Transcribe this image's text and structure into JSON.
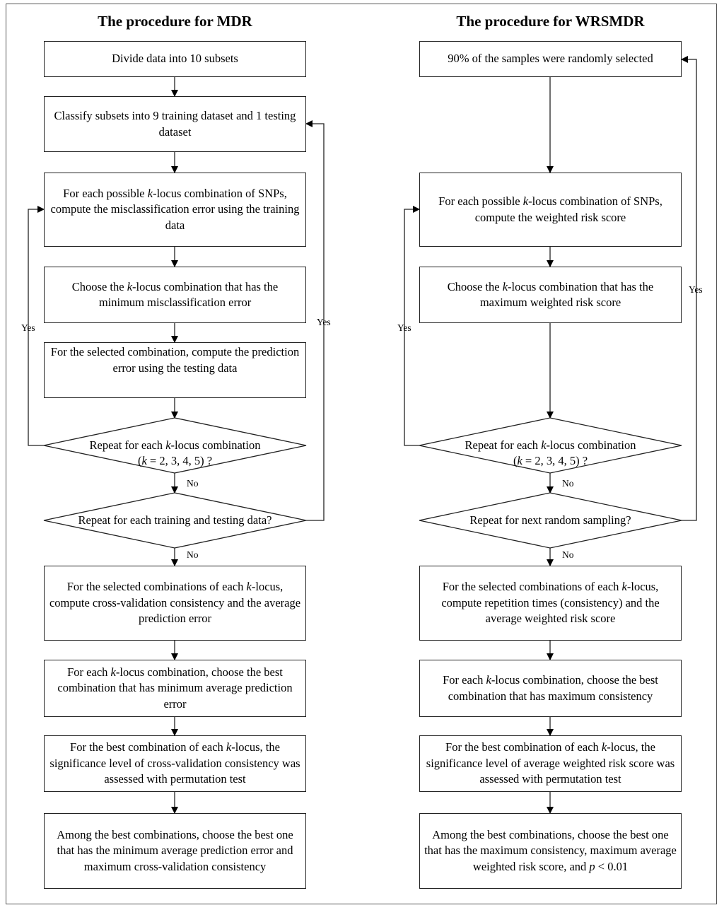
{
  "mdr": {
    "title": "The procedure for MDR",
    "step1": "Divide data into 10 subsets",
    "step2": "Classify subsets into 9 training dataset and 1 testing dataset",
    "step3_a": "For each possible ",
    "step3_k": "k",
    "step3_b": "-locus combination of SNPs, compute the misclassification error using the training data",
    "step4_a": "Choose the ",
    "step4_k": "k",
    "step4_b": "-locus combination that has the minimum misclassification error",
    "step5": "For the selected combination, compute the prediction error using the testing data",
    "decision1_a": "Repeat for each ",
    "decision1_k": "k",
    "decision1_b": "-locus combination",
    "decision1_c": "(",
    "decision1_k2": "k",
    "decision1_d": " = 2, 3, 4, 5) ?",
    "decision2": "Repeat for each training and testing data?",
    "step6_a": "For the selected combinations of each ",
    "step6_k": "k",
    "step6_b": "-locus, compute cross-validation consistency and  the average prediction error",
    "step7_a": "For each ",
    "step7_k": "k",
    "step7_b": "-locus combination, choose the best combination that has minimum average prediction error",
    "step8_a": "For the best combination of each ",
    "step8_k": "k",
    "step8_b": "-locus, the significance level of cross-validation consistency  was assessed with permutation test",
    "step9": "Among the best combinations, choose the best one that has the minimum average prediction error and maximum cross-validation consistency",
    "yes_inner": "Yes",
    "yes_outer": "Yes",
    "no1": "No",
    "no2": "No"
  },
  "wrsmdr": {
    "title": "The procedure for WRSMDR",
    "step1": "90% of the samples were randomly selected",
    "step2_a": "For each possible ",
    "step2_k": "k",
    "step2_b": "-locus combination of SNPs, compute the weighted risk score",
    "step3_a": "Choose the ",
    "step3_k": "k",
    "step3_b": "-locus combination that has the maximum weighted risk score",
    "decision1_a": "Repeat for each ",
    "decision1_k": "k",
    "decision1_b": "-locus combination",
    "decision1_c": "(",
    "decision1_k2": "k",
    "decision1_d": " = 2, 3, 4, 5) ?",
    "decision2": "Repeat for next random sampling?",
    "step4_a": "For the selected combinations of each  ",
    "step4_k": "k",
    "step4_b": "-locus, compute repetition times (consistency) and the average weighted risk score",
    "step5_a": "For each  ",
    "step5_k": "k",
    "step5_b": "-locus combination, choose the best combination that has maximum consistency",
    "step6_a": "For the best combination of each ",
    "step6_k": "k",
    "step6_b": "-locus, the significance level of average weighted risk score  was assessed with permutation test",
    "step7_a": "Among the best combinations, choose the best one that has the maximum consistency, maximum average weighted risk score, and ",
    "step7_p": "p",
    "step7_b": " < 0.01",
    "yes_inner": "Yes",
    "yes_outer": "Yes",
    "no1": "No",
    "no2": "No"
  }
}
